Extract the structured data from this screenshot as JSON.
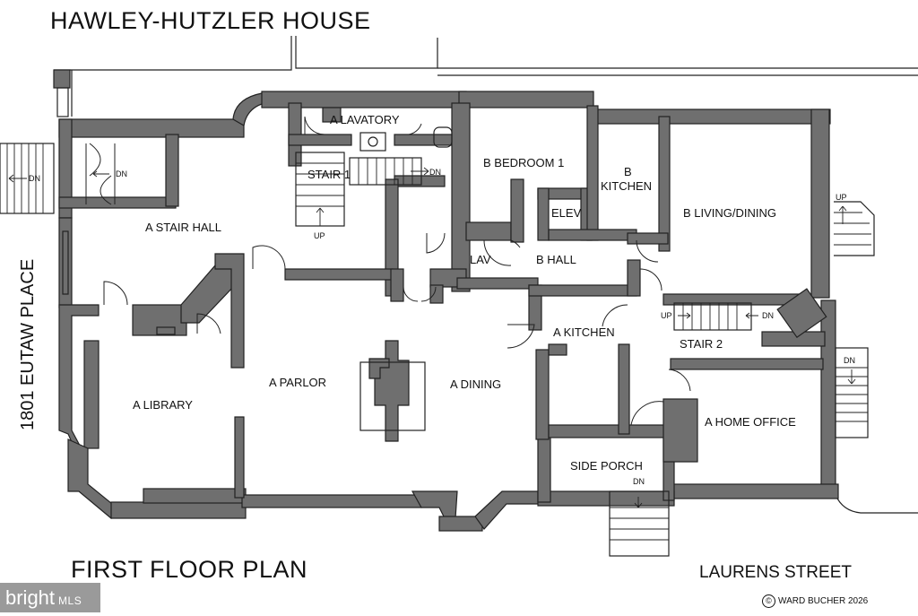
{
  "header": {
    "title": "HAWLEY-HUTZLER HOUSE"
  },
  "footer": {
    "plan_label": "FIRST FLOOR PLAN",
    "street_label": "LAURENS STREET",
    "copyright": "WARD BUCHER 2026"
  },
  "side": {
    "street_label": "1801 EUTAW PLACE"
  },
  "watermark": {
    "brand": "bright",
    "suffix": "MLS"
  },
  "rooms": {
    "lavatory": "A LAVATORY",
    "stair1": "STAIR 1",
    "bedroom": "B BEDROOM 1",
    "b_kitchen_line1": "B",
    "b_kitchen_line2": "KITCHEN",
    "elev": "ELEV",
    "stair_hall": "A STAIR HALL",
    "living": "B LIVING/DINING",
    "lav": "LAV",
    "b_hall": "B HALL",
    "a_kitchen": "A KITCHEN",
    "stair2": "STAIR 2",
    "library": "A LIBRARY",
    "parlor": "A PARLOR",
    "dining": "A DINING",
    "office": "A HOME OFFICE",
    "porch": "SIDE PORCH"
  },
  "stair_marks": {
    "dn_left": "DN",
    "dn_vestibule": "DN",
    "dn_stair1": "DN",
    "up_stair1": "UP",
    "up_right": "UP",
    "up_stair2": "UP",
    "dn_stair2": "DN",
    "dn_right": "DN",
    "dn_porch": "DN"
  }
}
